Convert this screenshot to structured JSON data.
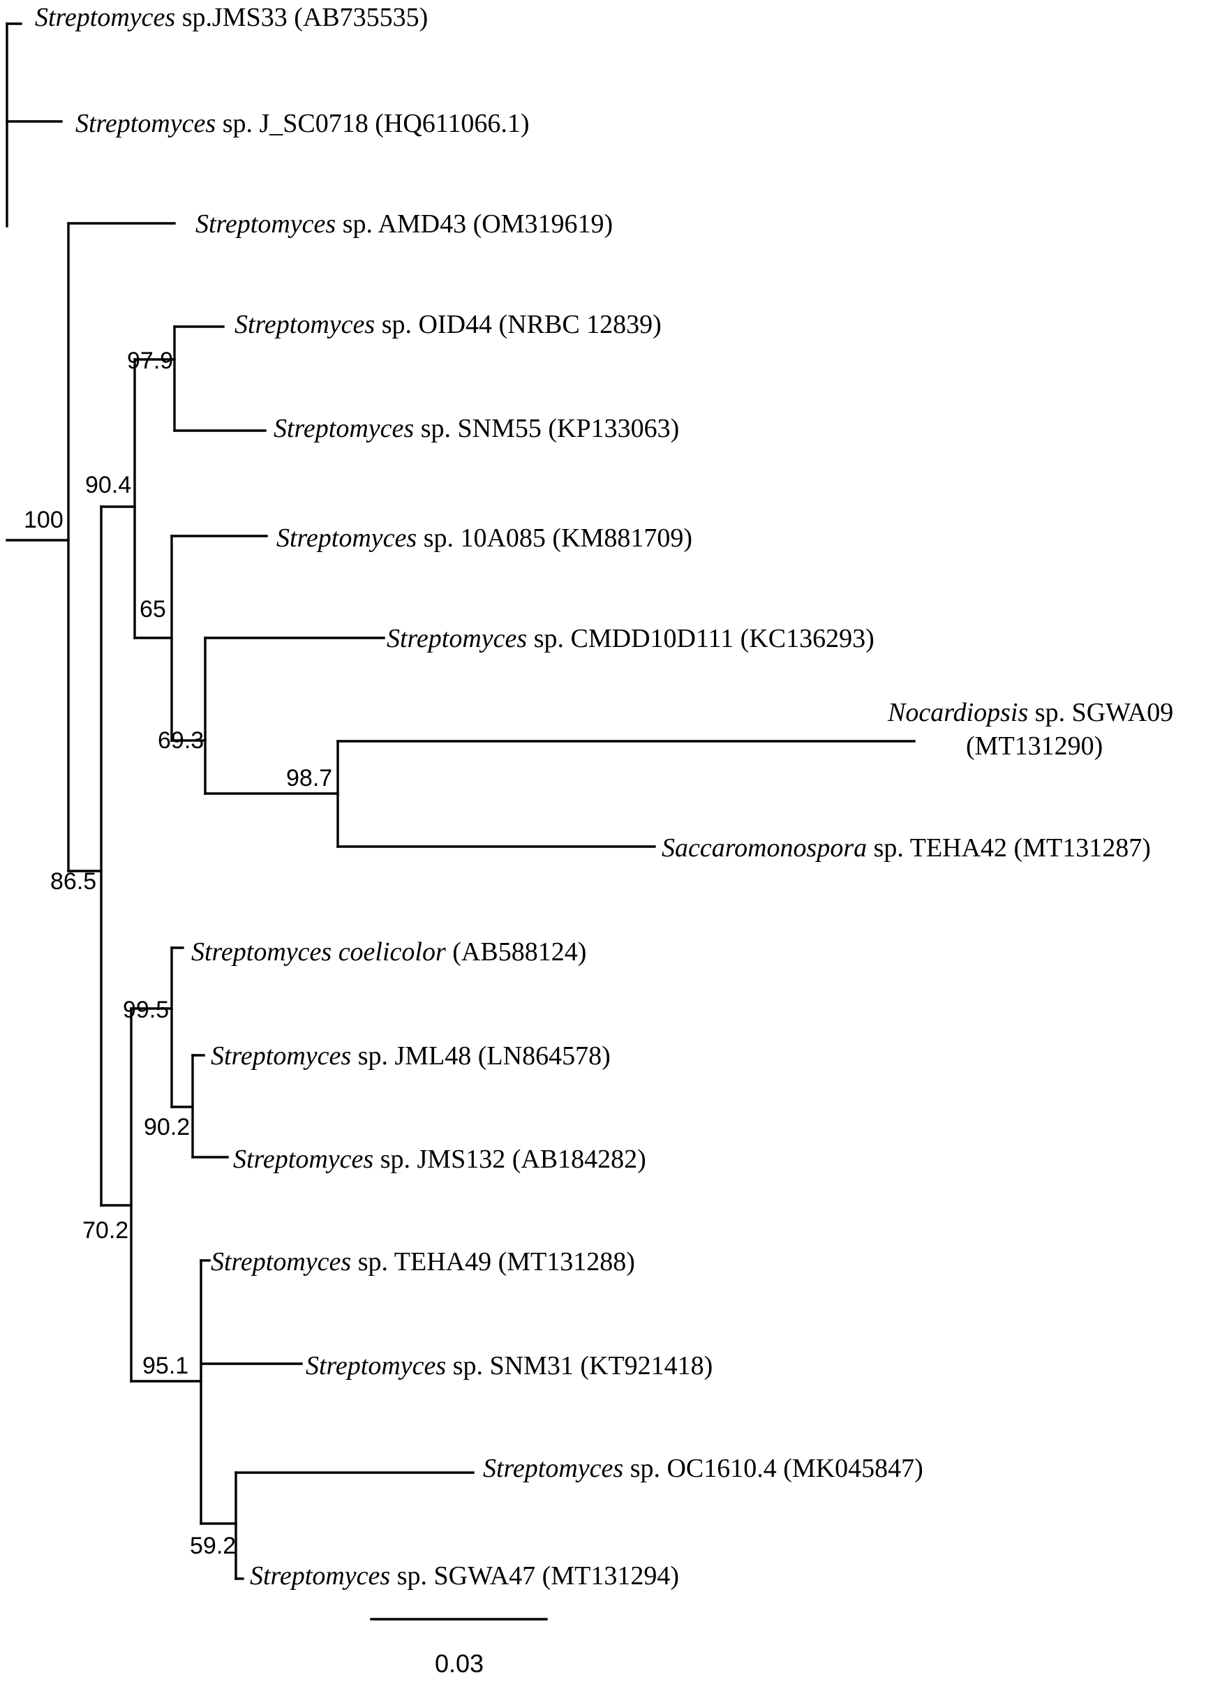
{
  "leaves": [
    {
      "genus": "Streptomyces",
      "rest": " sp.JMS33 (AB735535)"
    },
    {
      "genus": "Streptomyces",
      "rest": " sp. J_SC0718 (HQ611066.1)"
    },
    {
      "genus": "Streptomyces",
      "rest": " sp. AMD43 (OM319619)"
    },
    {
      "genus": "Streptomyces",
      "rest": " sp. OID44 (NRBC 12839)"
    },
    {
      "genus": "Streptomyces",
      "rest": " sp. SNM55 (KP133063)"
    },
    {
      "genus": "Streptomyces",
      "rest": " sp. 10A085 (KM881709)"
    },
    {
      "genus": "Streptomyces",
      "rest": " sp. CMDD10D111 (KC136293)"
    },
    {
      "genus": "Nocardiopsis",
      "rest": " sp. SGWA09",
      "line2": "(MT131290)"
    },
    {
      "genus": "Saccaromonospora",
      "rest": " sp. TEHA42 (MT131287)"
    },
    {
      "genus": "Streptomyces coelicolor",
      "rest": " (AB588124)"
    },
    {
      "genus": "Streptomyces",
      "rest": " sp. JML48 (LN864578)"
    },
    {
      "genus": "Streptomyces",
      "rest": " sp. JMS132 (AB184282)"
    },
    {
      "genus": "Streptomyces",
      "rest": " sp. TEHA49 (MT131288)"
    },
    {
      "genus": "Streptomyces",
      "rest": " sp. SNM31 (KT921418)"
    },
    {
      "genus": "Streptomyces",
      "rest": " sp. OC1610.4 (MK045847)"
    },
    {
      "genus": "Streptomyces",
      "rest": " sp. SGWA47 (MT131294)"
    }
  ],
  "support_values": [
    "97.9",
    "90.4",
    "100",
    "65",
    "69.3",
    "98.7",
    "86.5",
    "99.5",
    "90.2",
    "70.2",
    "95.1",
    "59.2"
  ],
  "scale_bar": {
    "label": "0.03"
  }
}
